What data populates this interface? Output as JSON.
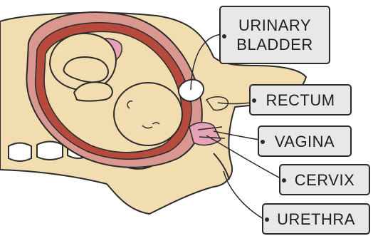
{
  "diagram": {
    "labels": {
      "urinary_bladder": [
        "URINARY",
        "BLADDER"
      ],
      "rectum": "RECTUM",
      "vagina": "VAGINA",
      "cervix": "CERVIX",
      "urethra": "URETHRA"
    },
    "colors": {
      "skin": "#f2ddb0",
      "outline": "#2b2b2b",
      "uterus_wall": "#d9978f",
      "uterus_lining": "#b64a3d",
      "placenta_pink": "#e6a3b8",
      "label_bg": "#e8e8e8"
    }
  }
}
